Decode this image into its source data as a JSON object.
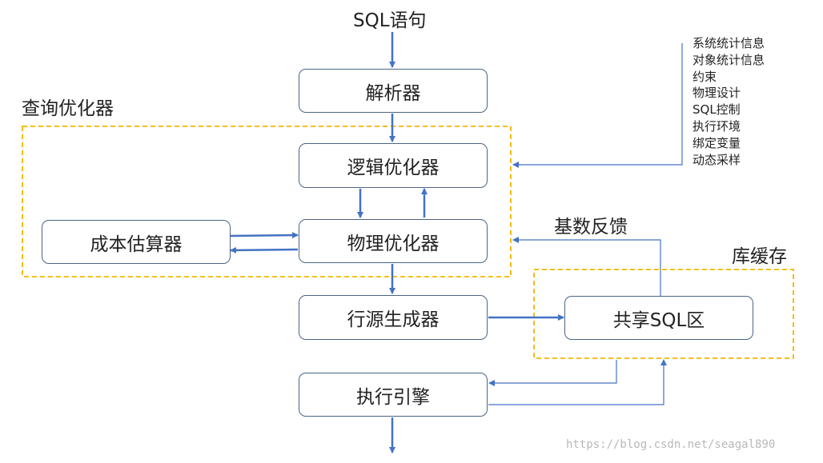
{
  "input": "SQL语句",
  "optimizer_group": "查询优化器",
  "cache_group": "库缓存",
  "boxes": {
    "parser": "解析器",
    "logical_optimizer": "逻辑优化器",
    "cost_estimator": "成本估算器",
    "physical_optimizer": "物理优化器",
    "row_source_generator": "行源生成器",
    "shared_sql_area": "共享SQL区",
    "execution_engine": "执行引擎"
  },
  "cardinality_feedback": "基数反馈",
  "optimizer_inputs": [
    "系统统计信息",
    "对象统计信息",
    "约束",
    "物理设计",
    "SQL控制",
    "执行环境",
    "绑定变量",
    "动态采样"
  ],
  "watermark": "https://blog.csdn.net/seagal890",
  "colors": {
    "arrow": "#4472c4",
    "box_border": "#4a6586",
    "dashed": "#f5b400"
  }
}
